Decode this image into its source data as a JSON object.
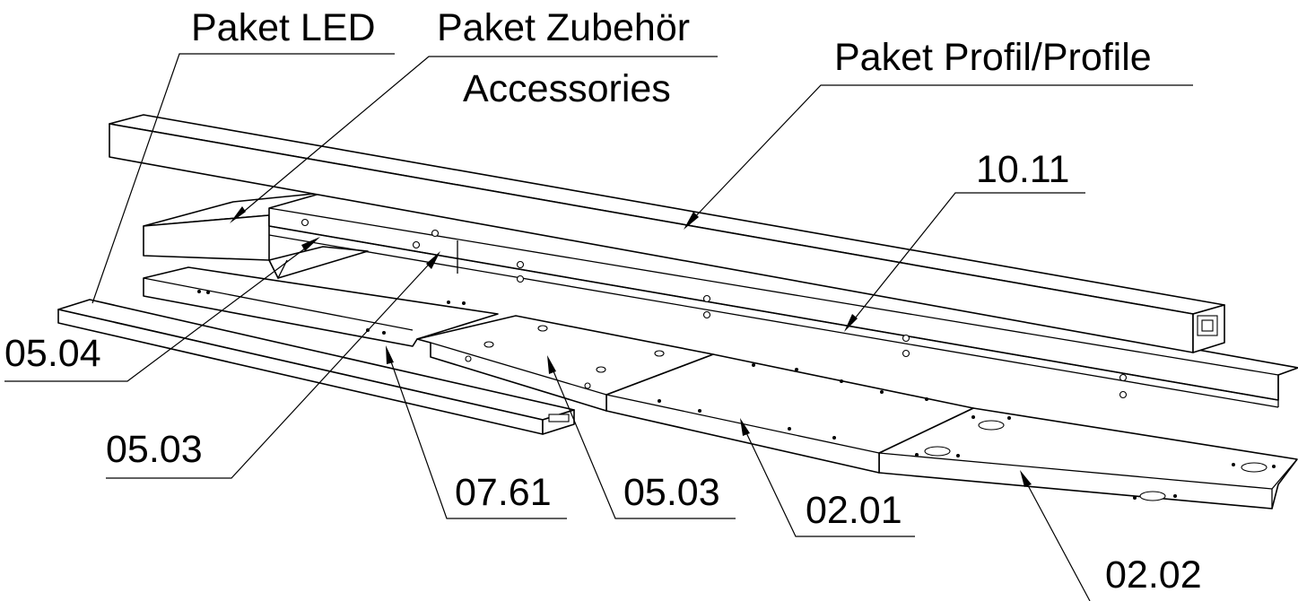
{
  "labels": {
    "paket_led": "Paket LED",
    "paket_zubehoer": "Paket Zubehör",
    "accessories": "Accessories",
    "paket_profil": "Paket Profil/Profile",
    "p_10_11": "10.11",
    "p_05_04": "05.04",
    "p_05_03_left": "05.03",
    "p_07_61": "07.61",
    "p_05_03_mid": "05.03",
    "p_02_01": "02.01",
    "p_02_02": "02.02"
  }
}
